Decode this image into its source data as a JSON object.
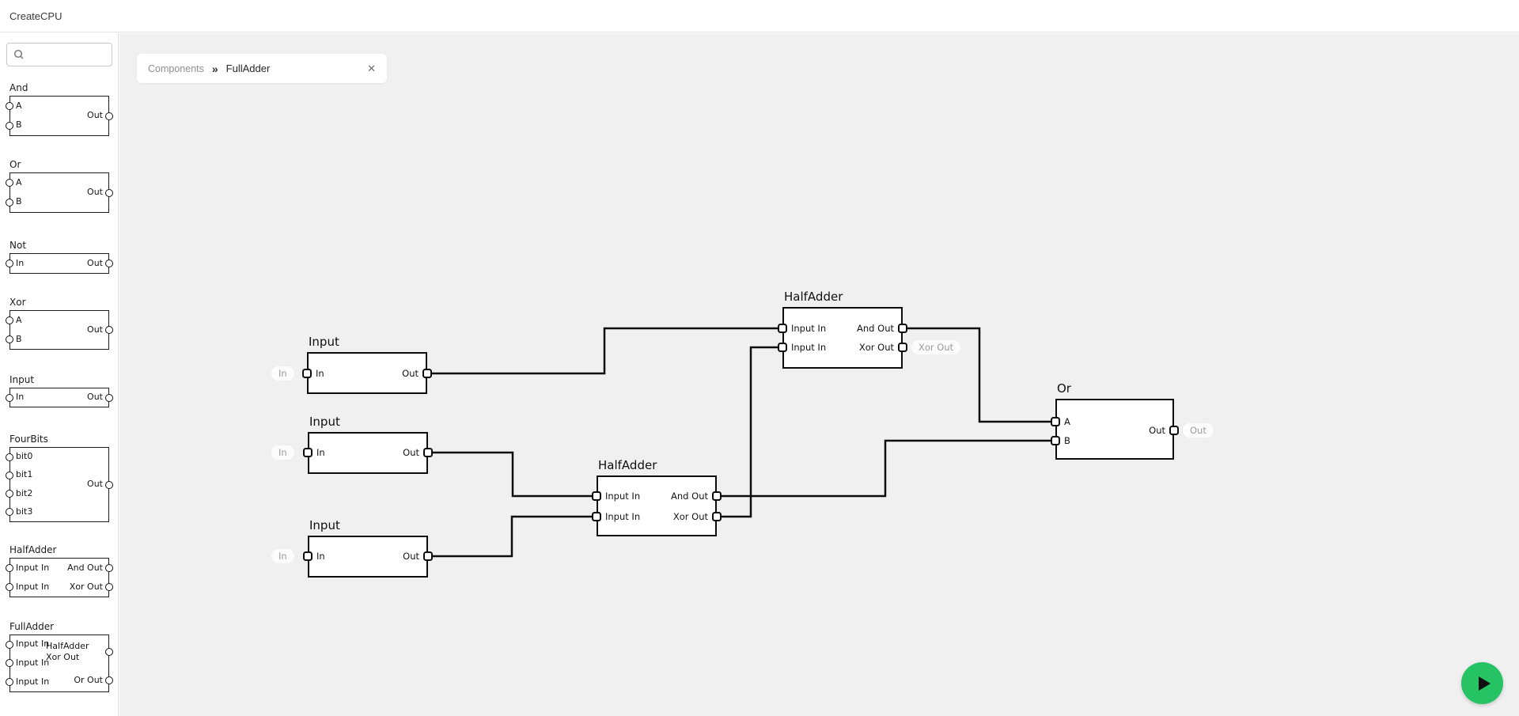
{
  "app": {
    "title": "CreateCPU"
  },
  "search": {
    "placeholder": ""
  },
  "tab": {
    "breadcrumb_root": "Components",
    "separator": "»",
    "title": "FullAdder",
    "close": "✕"
  },
  "sidebar": {
    "components": [
      {
        "title": "And",
        "inputs": [
          "A",
          "B"
        ],
        "outputs": [
          "Out"
        ]
      },
      {
        "title": "Or",
        "inputs": [
          "A",
          "B"
        ],
        "outputs": [
          "Out"
        ]
      },
      {
        "title": "Not",
        "inputs": [
          "In"
        ],
        "outputs": [
          "Out"
        ]
      },
      {
        "title": "Xor",
        "inputs": [
          "A",
          "B"
        ],
        "outputs": [
          "Out"
        ]
      },
      {
        "title": "Input",
        "inputs": [
          "In"
        ],
        "outputs": [
          "Out"
        ]
      },
      {
        "title": "FourBits",
        "inputs": [
          "bit0",
          "bit1",
          "bit2",
          "bit3"
        ],
        "outputs": [
          "Out"
        ]
      },
      {
        "title": "HalfAdder",
        "inputs": [
          "Input In",
          "Input In"
        ],
        "outputs": [
          "And Out",
          "Xor Out"
        ]
      },
      {
        "title": "FullAdder",
        "inputs": [
          "Input In",
          "Input In",
          "Input In"
        ],
        "outputs": [
          "HalfAdder Xor Out",
          "Or Out"
        ]
      }
    ]
  },
  "canvas": {
    "nodes": [
      {
        "id": "input-1",
        "title": "Input",
        "inputs": [
          "In"
        ],
        "outputs": [
          "Out"
        ]
      },
      {
        "id": "input-2",
        "title": "Input",
        "inputs": [
          "In"
        ],
        "outputs": [
          "Out"
        ]
      },
      {
        "id": "input-3",
        "title": "Input",
        "inputs": [
          "In"
        ],
        "outputs": [
          "Out"
        ]
      },
      {
        "id": "halfadder-1",
        "title": "HalfAdder",
        "inputs": [
          "Input In",
          "Input In"
        ],
        "outputs": [
          "And Out",
          "Xor Out"
        ]
      },
      {
        "id": "halfadder-2",
        "title": "HalfAdder",
        "inputs": [
          "Input In",
          "Input In"
        ],
        "outputs": [
          "And Out",
          "Xor Out"
        ]
      },
      {
        "id": "or-1",
        "title": "Or",
        "inputs": [
          "A",
          "B"
        ],
        "outputs": [
          "Out"
        ]
      }
    ],
    "io_pills": [
      {
        "text": "In",
        "kind": "input"
      },
      {
        "text": "In",
        "kind": "input"
      },
      {
        "text": "In",
        "kind": "input"
      },
      {
        "text": "Xor Out",
        "kind": "output"
      },
      {
        "text": "Out",
        "kind": "output"
      }
    ],
    "connections": [
      {
        "from": "input-1.Out",
        "to": "halfadder-2.Input In 1"
      },
      {
        "from": "input-2.Out",
        "to": "halfadder-1.Input In 1"
      },
      {
        "from": "input-3.Out",
        "to": "halfadder-1.Input In 2"
      },
      {
        "from": "halfadder-1.Xor Out",
        "to": "halfadder-2.Input In 2"
      },
      {
        "from": "halfadder-2.And Out",
        "to": "or-1.A"
      },
      {
        "from": "halfadder-1.And Out",
        "to": "or-1.B"
      }
    ]
  },
  "colors": {
    "accent_green": "#26c364",
    "canvas_bg": "#f0f0f0",
    "wire": "#0d0d0d"
  },
  "fab": {
    "action": "run"
  }
}
